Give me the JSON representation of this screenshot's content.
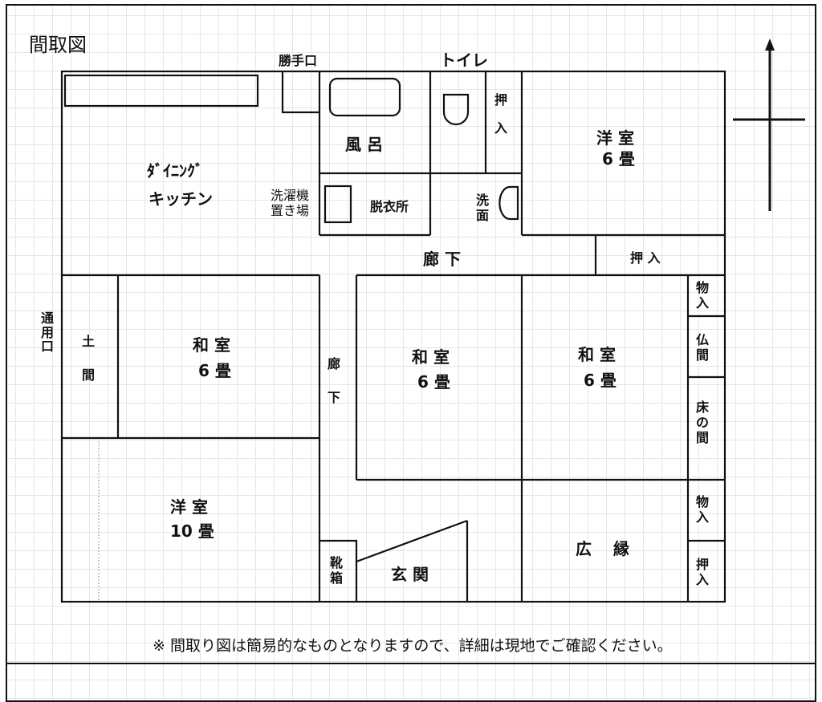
{
  "title": "間取図",
  "note": "※ 間取り図は簡易的なものとなりますので、詳細は現地でご確認ください。",
  "colors": {
    "line": "#111111",
    "grid": "#e6e6e6",
    "background": "#ffffff"
  },
  "compass": {
    "icon": "north-arrow-icon",
    "direction": "up"
  },
  "rooms": {
    "kitchen": {
      "line1": "ﾀﾞｲﾆﾝｸﾞ",
      "line2": "キッチン"
    },
    "back_door": "勝手口",
    "bath": "風 呂",
    "toilet": "トイレ",
    "toilet_closet": "押\n\n入",
    "washer": "洗濯機\n置き場",
    "dressing": "脱衣所",
    "washroom": "洗\n面",
    "western_6": {
      "line1": "洋 室",
      "line2": "6 畳"
    },
    "closet_top_right": "押 入",
    "hallway_top": "廊 下",
    "side_entrance": "通\n用\n口",
    "doma": "土\n\n間",
    "japanese_left": {
      "line1": "和 室",
      "line2": "6 畳"
    },
    "hallway_left": "廊\n\n下",
    "japanese_center": {
      "line1": "和 室",
      "line2": "6 畳"
    },
    "japanese_right": {
      "line1": "和 室",
      "line2": "6 畳"
    },
    "storage_1": "物\n入",
    "butsuma": "仏\n間",
    "tokonoma": "床\nの\n間",
    "western_10": {
      "line1": "洋 室",
      "line2": "10 畳"
    },
    "shoe_box": "靴\n箱",
    "entrance": "玄 関",
    "veranda": "広　 縁",
    "storage_2": "物\n入",
    "closet_bottom": "押\n入"
  }
}
